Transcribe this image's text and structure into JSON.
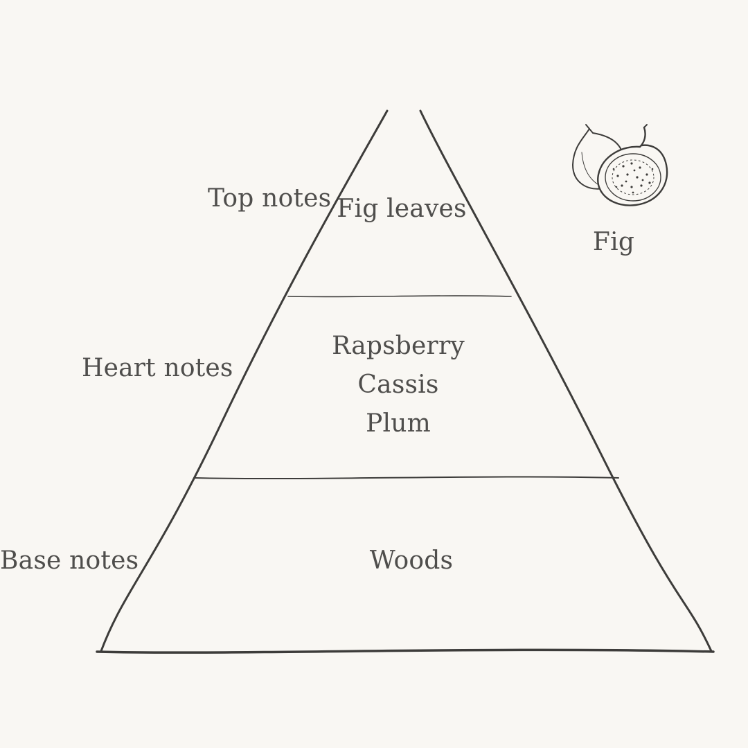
{
  "diagram": {
    "tiers": [
      {
        "label": "Top notes",
        "notes": [
          "Fig leaves"
        ]
      },
      {
        "label": "Heart notes",
        "notes": [
          "Rapsberry",
          "Cassis",
          "Plum"
        ]
      },
      {
        "label": "Base notes",
        "notes": [
          "Woods"
        ]
      }
    ],
    "illustration": {
      "icon": "fig-illustration-icon",
      "caption": "Fig"
    },
    "colors": {
      "background": "#f9f7f3",
      "ink": "#4f4e4c",
      "line": "#3d3c3a"
    }
  }
}
